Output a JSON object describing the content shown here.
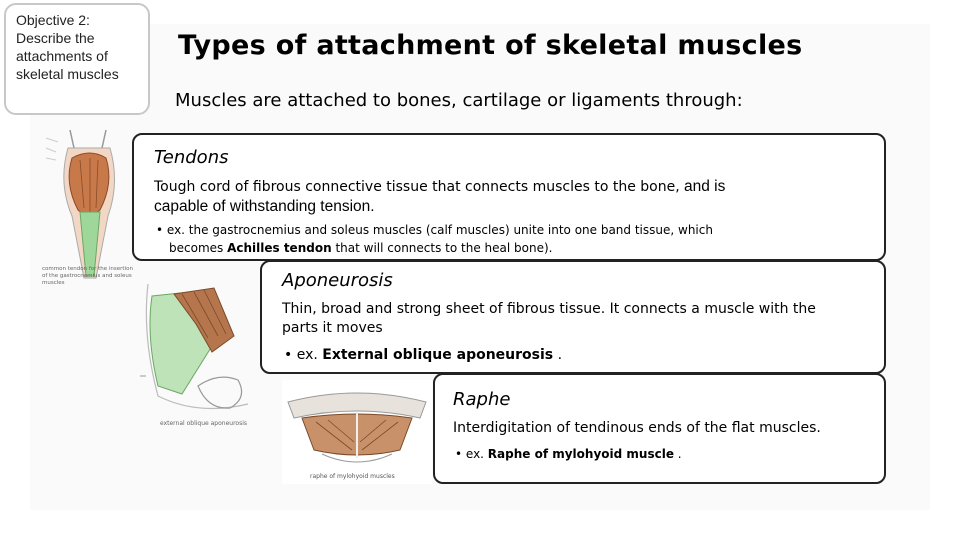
{
  "objective": {
    "lines": [
      "Objective 2:",
      "Describe the",
      "attachments of",
      "skeletal muscles"
    ]
  },
  "title": "Types of attachment of skeletal muscles",
  "subtitle": "Muscles are attached to bones, cartilage or ligaments through:",
  "tendons": {
    "heading": "Tendons",
    "desc_part1": "Tough cord of fibrous connective tissue that connects muscles to the bone,",
    "desc_part2": " and is capable of withstanding tension.",
    "example_line1": "• ex. the gastrocnemius and soleus muscles (calf muscles) unite into one band tissue, which",
    "example_line2_pre": "becomes ",
    "example_bold": "Achilles tendon",
    "example_line2_post": " that will connects to the heal bone)."
  },
  "aponeurosis": {
    "heading": "Aponeurosis",
    "desc": "Thin, broad and strong sheet of fibrous tissue. It connects a muscle with the parts it moves",
    "example_pre": "• ex. ",
    "example_bold": "External oblique  aponeurosis",
    "example_post": " ."
  },
  "raphe": {
    "heading": "Raphe",
    "desc": "Interdigitation of tendinous ends of the flat muscles.",
    "example_pre": "• ex. ",
    "example_bold": "Raphe of mylohyoid muscle",
    "example_post": " ."
  },
  "figures": {
    "calf_caption": "common tendon for the insertion of the gastrocnemius and soleus muscles",
    "oblique_caption": "external oblique aponeurosis",
    "mylohyoid_caption": "raphe of mylohyoid muscles"
  }
}
